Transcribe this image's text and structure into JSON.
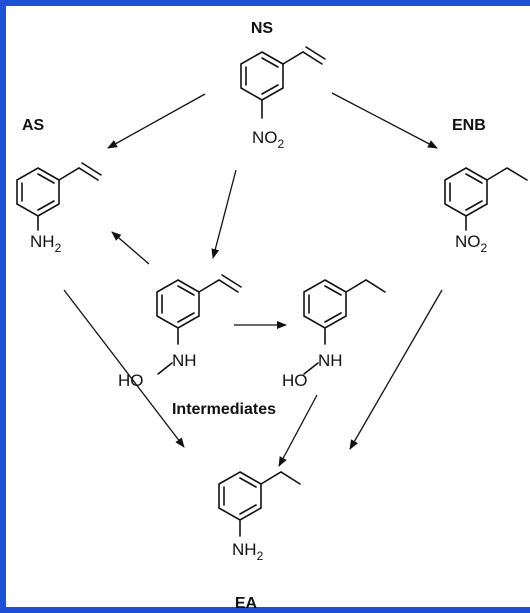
{
  "labels": {
    "ns": "NS",
    "as": "AS",
    "enb": "ENB",
    "ea": "EA",
    "intermediates": "Intermediates"
  },
  "groups": {
    "ns_no2": "NO2",
    "as_nh2": "NH2",
    "enb_no2": "NO2",
    "int1_ho": "HO",
    "int1_nh": "NH",
    "int2_ho": "HO",
    "int2_nh": "NH",
    "ea_nh2": "NH2"
  },
  "colors": {
    "frame_border": "#1f4fd6",
    "ink": "#111111",
    "background": "#ffffff"
  }
}
